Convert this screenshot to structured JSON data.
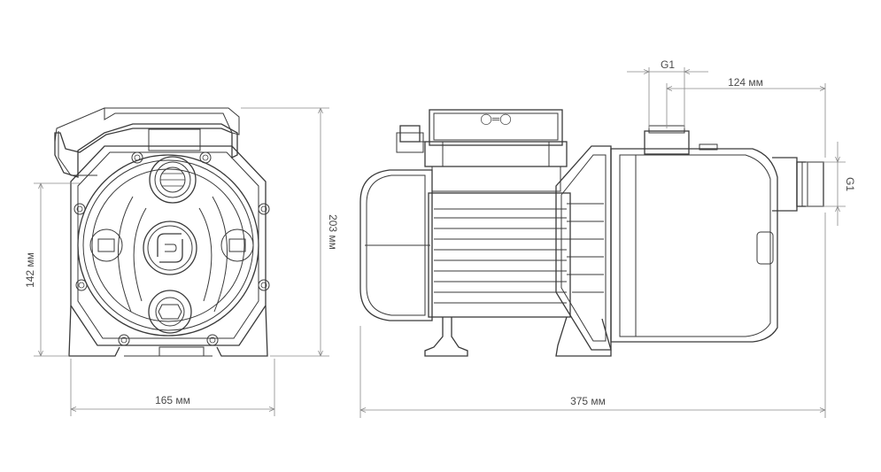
{
  "dimensions": {
    "front_width": "165 мм",
    "front_height_total": "203 мм",
    "front_height_body": "142 мм",
    "side_length": "375 мм",
    "inlet_offset": "124 мм",
    "inlet_thread": "G1",
    "outlet_thread": "G1"
  },
  "colors": {
    "line": "#3a3a3a",
    "dimension": "#8a8a8a",
    "background": "#ffffff"
  },
  "icons": {
    "logo": "brand-logo-icon"
  }
}
